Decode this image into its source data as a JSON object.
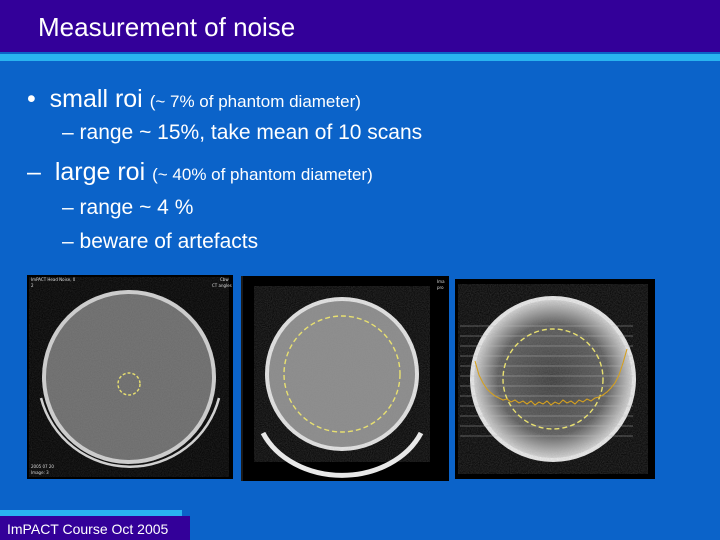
{
  "slide": {
    "title": "Measurement of noise",
    "bullets": [
      {
        "marker": "•",
        "text": "small roi",
        "note": "(~ 7% of phantom diameter)"
      },
      {
        "marker": "–",
        "text": "range ~ 15%, take mean of 10 scans"
      },
      {
        "marker": "–",
        "text": "large roi",
        "note": "(~ 40% of phantom diameter)"
      },
      {
        "marker": "–",
        "text": "range ~  4 %"
      },
      {
        "marker": "–",
        "text": "beware of artefacts"
      }
    ],
    "footer": "ImPACT Course Oct 2005"
  },
  "images": {
    "left_overlay": {
      "top_left_1": "ImPACT Head Noise, 0",
      "top_left_2": "2",
      "top_right_1": "Cbw",
      "top_right_2": "CT angles",
      "bottom_left_1": "2005 07 20",
      "bottom_left_2": "Image: 3"
    },
    "middle_overlay": {
      "top_right_1": "Ima",
      "top_right_2": "pro"
    }
  },
  "colors": {
    "background": "#0b63c9",
    "title_bar": "#330099",
    "accent": "#29b3f0",
    "roi_circle": "#e8e070",
    "profile_trace": "#d4a020"
  }
}
